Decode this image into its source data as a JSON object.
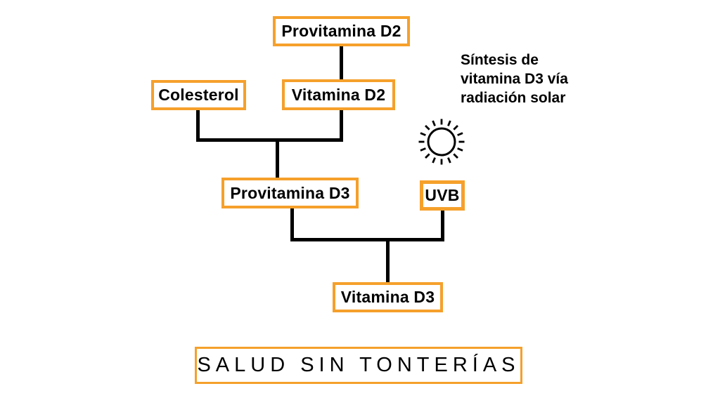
{
  "colors": {
    "accent": "#F5A02B",
    "ink": "#000000",
    "background": "#FFFFFF"
  },
  "diagram": {
    "nodes": [
      {
        "id": "provitamina-d2",
        "label": "Provitamina D2"
      },
      {
        "id": "colesterol",
        "label": "Colesterol"
      },
      {
        "id": "vitamina-d2",
        "label": "Vitamina D2"
      },
      {
        "id": "provitamina-d3",
        "label": "Provitamina D3"
      },
      {
        "id": "uvb",
        "label": "UVB"
      },
      {
        "id": "vitamina-d3",
        "label": "Vitamina D3"
      }
    ],
    "edges": [
      {
        "from": "provitamina-d2",
        "to": "vitamina-d2"
      },
      {
        "from": "colesterol",
        "to": "provitamina-d3"
      },
      {
        "from": "vitamina-d2",
        "to": "provitamina-d3"
      },
      {
        "from": "provitamina-d3",
        "to": "vitamina-d3"
      },
      {
        "from": "uvb",
        "to": "vitamina-d3"
      }
    ],
    "annotation": "Síntesis de\nvitamina D3 vía\nradiación solar",
    "icons": [
      {
        "name": "sun-icon",
        "meaning": "solar radiation"
      }
    ]
  },
  "footer": {
    "brand": "SALUD SIN TONTERÍAS"
  }
}
